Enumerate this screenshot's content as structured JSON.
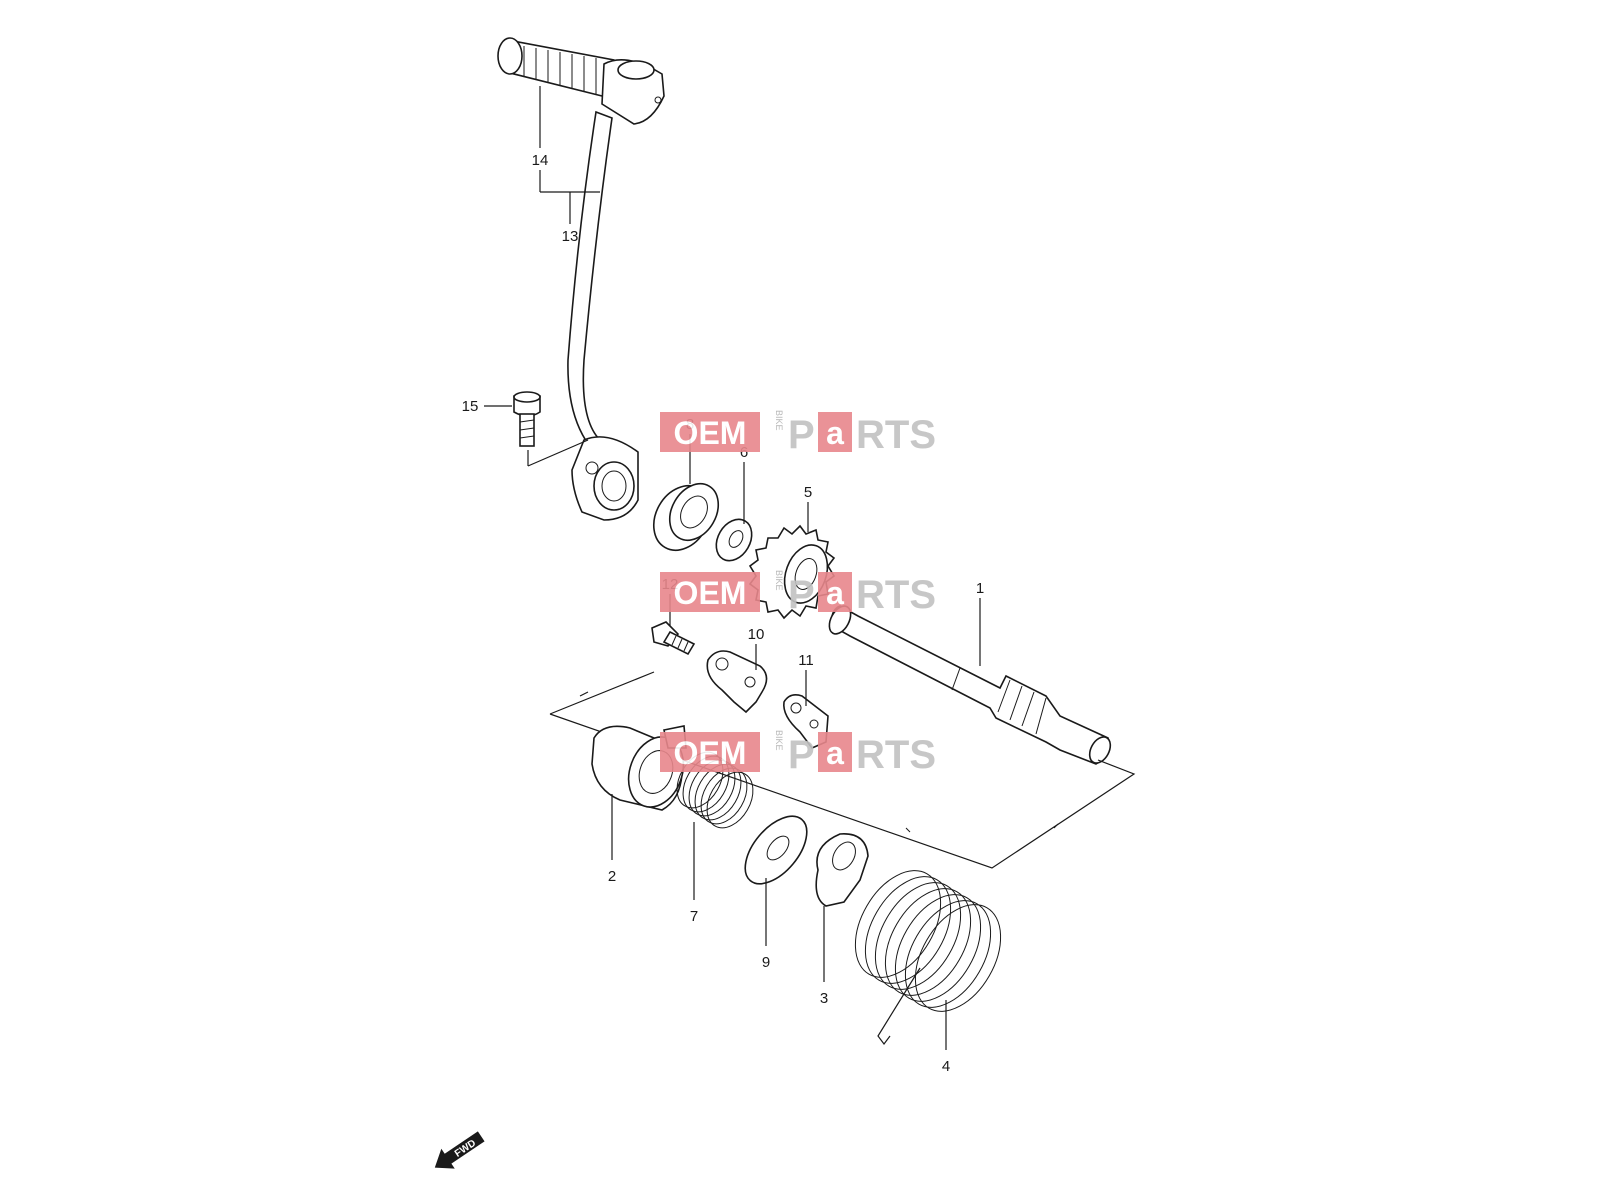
{
  "diagram": {
    "callouts": [
      "1",
      "2",
      "3",
      "4",
      "5",
      "6",
      "7",
      "8",
      "9",
      "10",
      "11",
      "12",
      "13",
      "14",
      "15"
    ]
  },
  "watermark": {
    "brand_left": "OEM",
    "brand_vertical": "BIKE",
    "brand_mid_p": "P",
    "brand_mid_a": "a",
    "brand_right": "RTS"
  },
  "direction": {
    "label": "FWD"
  }
}
